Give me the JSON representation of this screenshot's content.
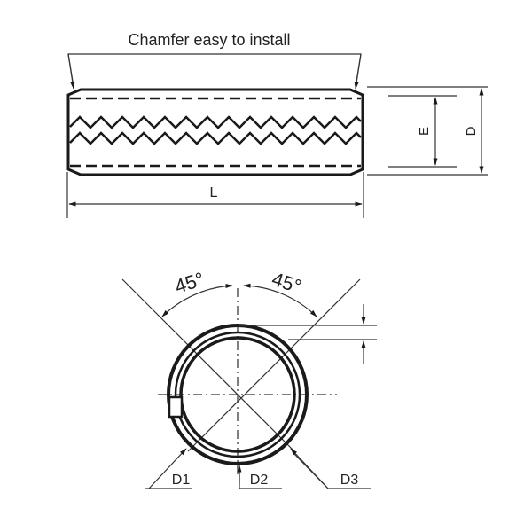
{
  "side_view": {
    "chamfer_label": "Chamfer easy to install",
    "length_label": "L",
    "inner_dim_label": "E",
    "outer_dim_label": "D"
  },
  "end_view": {
    "angle_left_label": "45°",
    "angle_right_label": "45°",
    "d1_label": "D1",
    "d2_label": "D2",
    "d3_label": "D3"
  },
  "colors": {
    "line": "#1a1a1a",
    "thin_line": "#333333",
    "background": "#ffffff"
  }
}
